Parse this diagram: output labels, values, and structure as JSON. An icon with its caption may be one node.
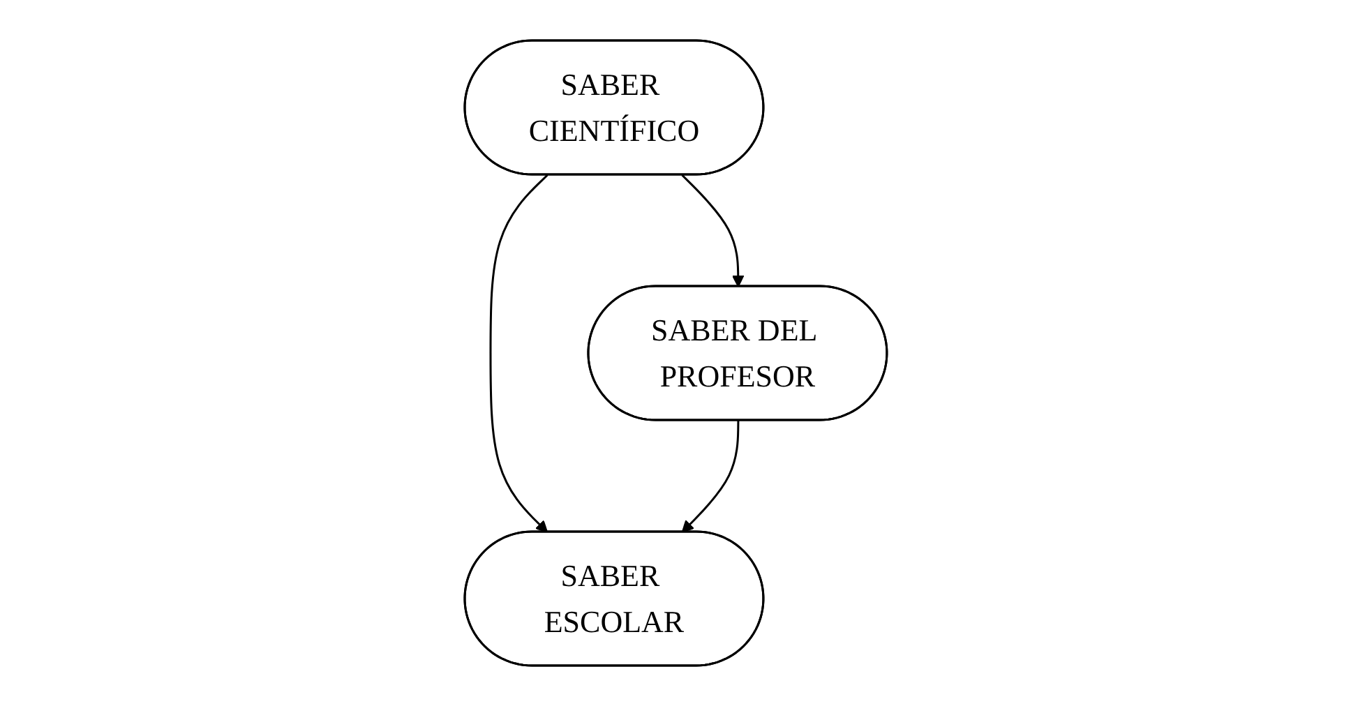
{
  "diagram": {
    "nodes": [
      {
        "text": [
          "SABER CIENTÍFICO"
        ]
      },
      {
        "text": [
          "SABER DEL PROFESOR"
        ]
      },
      {
        "text": [
          "SABER ESCOLAR"
        ]
      }
    ],
    "edges": [
      {
        "from": 0,
        "to": 1,
        "arrow": "to"
      },
      {
        "from": 0,
        "to": 2,
        "arrow": "to"
      },
      {
        "from": 1,
        "to": 2,
        "arrow": "to"
      }
    ]
  }
}
